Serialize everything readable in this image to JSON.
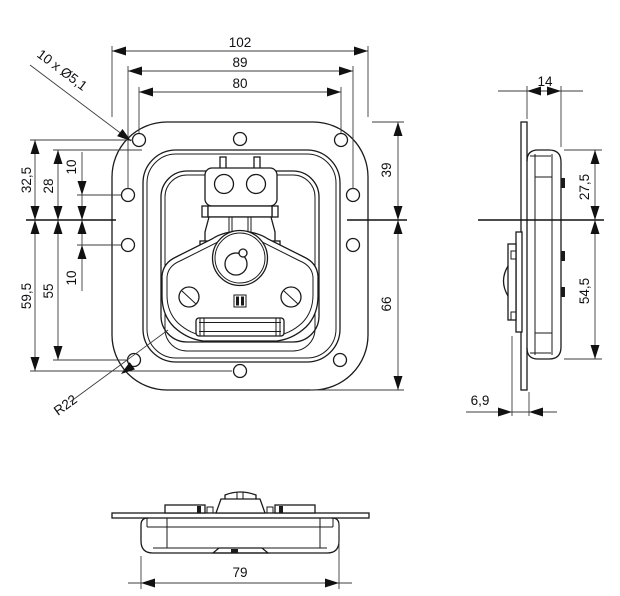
{
  "page": {
    "background": "#ffffff"
  },
  "colors": {
    "part_line": "#1a1a1a",
    "dim_line": "#3c3c3c",
    "dim_text": "#101014",
    "fill": "#ffffff"
  },
  "front_view": {
    "callout_holes": "10 x Ø5,1",
    "corner_radius_label": "R22",
    "dims": {
      "overall_width": "102",
      "side_hole_span": "89",
      "corner_hole_span": "80",
      "top_hole_to_center": "32,5",
      "recess_top_to_center": "28",
      "upper_side_hole_to_center": "10",
      "lower_side_hole_to_center": "10",
      "center_to_bottom_hole": "59,5",
      "center_to_corner_hole": "55",
      "top_edge_to_center": "39",
      "center_to_bottom_edge": "66"
    }
  },
  "side_view": {
    "dims": {
      "depth": "14",
      "recess_top_to_center": "27,5",
      "center_to_recess_bottom": "54,5",
      "latch_protrusion": "6,9"
    }
  },
  "bottom_view": {
    "dims": {
      "recess_width": "79"
    }
  }
}
